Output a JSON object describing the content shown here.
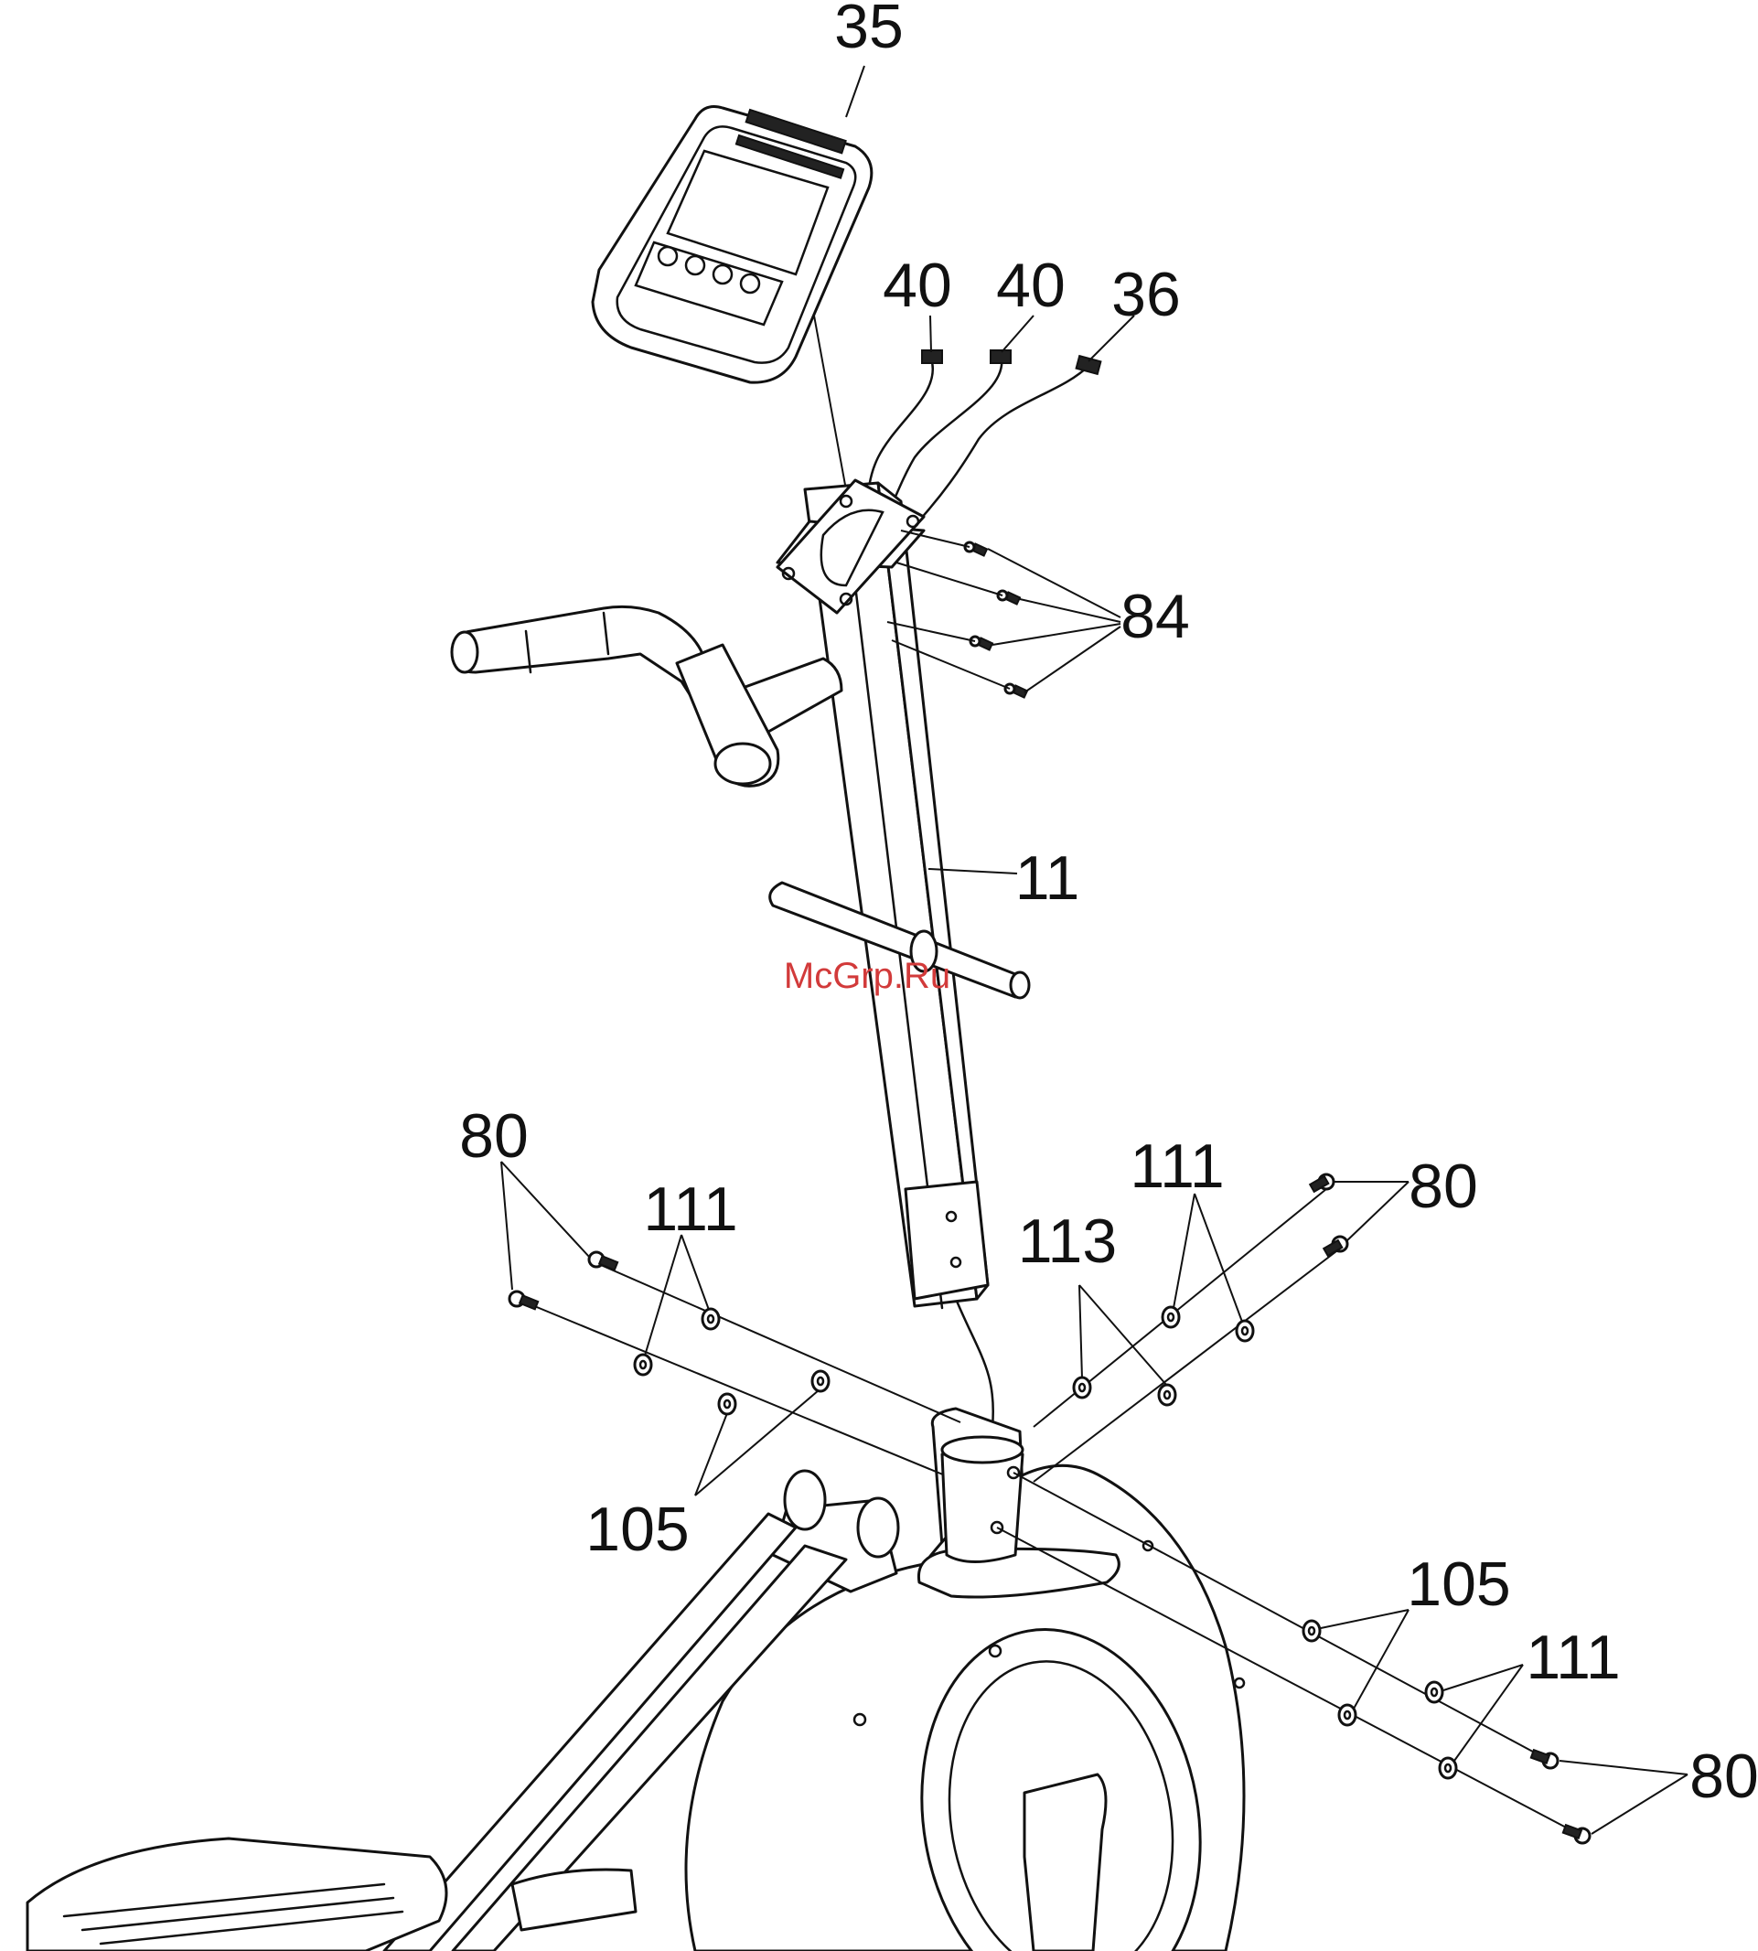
{
  "labels": {
    "console": "35",
    "cable_a": "40",
    "cable_b": "40",
    "cable_c": "36",
    "screws_top": "84",
    "upright_tube": "11",
    "bolt_left": "80",
    "washer_left": "111",
    "washer_left_105": "105",
    "washer_mid_113": "113",
    "washer_right_111": "111",
    "bolt_right_upper": "80",
    "washer_right_105": "105",
    "washer_right_111_lower": "111",
    "bolt_right_lower": "80"
  },
  "watermark": "McGrp.Ru",
  "colors": {
    "line": "#111111",
    "watermark": "#d23a3a"
  },
  "icons": [
    "arrow-leader",
    "bolt",
    "washer"
  ]
}
